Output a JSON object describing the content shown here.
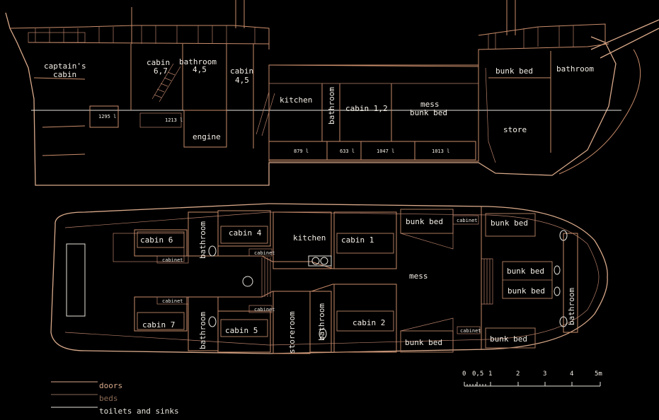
{
  "section_labels": {
    "captains_cabin": [
      "captain's",
      "cabin"
    ],
    "cabin_67": [
      "cabin",
      "6,7"
    ],
    "bathroom_45": [
      "bathroom",
      "4,5"
    ],
    "cabin_45": [
      "cabin",
      "4,5"
    ],
    "kitchen": "kitchen",
    "bathroom": "bathroom",
    "cabin_12": "cabin 1,2",
    "mess_bunk": [
      "mess",
      "bunk bed"
    ],
    "store": "store",
    "bunk_bed": "bunk bed",
    "bathroom_fwd": "bathroom",
    "engine": "engine",
    "tank_1295": "1295 l",
    "tank_1213": "1213 l",
    "tank_879": "879 l",
    "tank_633": "633 l",
    "tank_1047": "1047 l",
    "tank_1013": "1013 l"
  },
  "plan_labels": {
    "cabin6": "cabin 6",
    "cabin7": "cabin 7",
    "cabin4": "cabin 4",
    "cabin5": "cabin 5",
    "bathroom_top": "bathroom",
    "bathroom_bot": "bathroom",
    "cabinet": "cabinet",
    "kitchen": "kitchen",
    "cabin1": "cabin 1",
    "cabin2": "cabin 2",
    "storeroom": "storeroom",
    "bathroom_mid": "bathroom",
    "mess": "mess",
    "bunk_bed": "bunk bed",
    "bathroom_fwd": "bathroom"
  },
  "legend": {
    "doors": "doors",
    "beds": "beds",
    "toilets": "toilets and sinks"
  },
  "legend_colors": {
    "doors": "#d9a98a",
    "beds": "#8a6a55",
    "toilets": "#e8e4dc"
  },
  "scale": {
    "ticks": [
      "0",
      "0,5",
      "1",
      "2",
      "3",
      "4",
      "5m"
    ]
  }
}
